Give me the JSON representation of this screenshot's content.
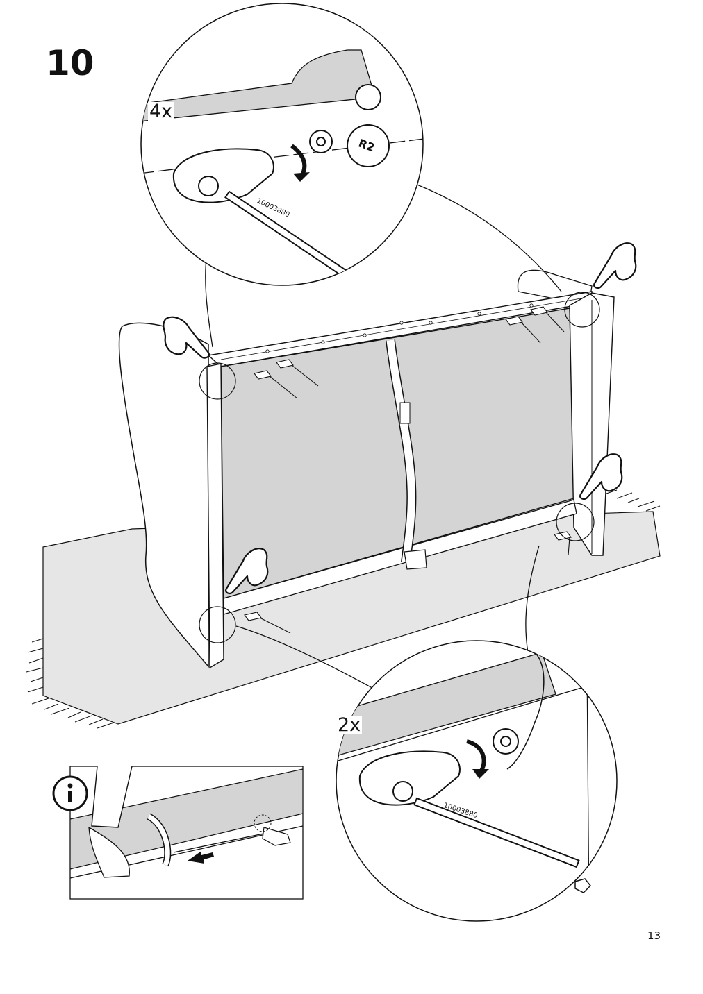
{
  "step": {
    "number": "10"
  },
  "callouts": {
    "top": {
      "quantity": "4x",
      "tool_code": "10003880",
      "part_label": "R2"
    },
    "bottom": {
      "quantity": "2x",
      "tool_code": "10003880"
    }
  },
  "info_box": {
    "icon": "info-icon"
  },
  "page": {
    "number": "13"
  },
  "colors": {
    "fabric_gray": "#d4d4d4",
    "rug_gray": "#e6e6e6",
    "line": "#111111"
  }
}
